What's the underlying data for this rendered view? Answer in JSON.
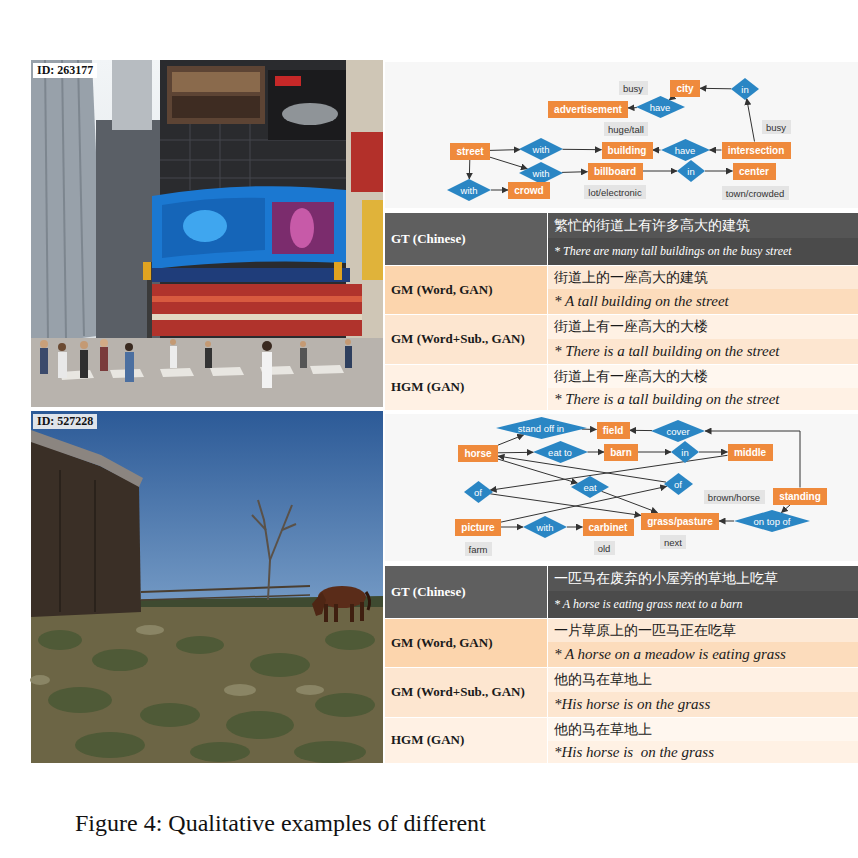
{
  "diagram": {
    "caption": "Figure 4: Qualitative examples of different",
    "nodes": [
      {
        "text": [
          "busy"
        ]
      },
      {
        "text": [
          "city"
        ]
      },
      {
        "text": [
          "in"
        ]
      },
      {
        "text": [
          "advertisement"
        ]
      },
      {
        "text": [
          "have"
        ]
      },
      {
        "text": [
          "huge/tall"
        ]
      },
      {
        "text": [
          "busy"
        ]
      },
      {
        "text": [
          "street"
        ]
      },
      {
        "text": [
          "with"
        ]
      },
      {
        "text": [
          "building"
        ]
      },
      {
        "text": [
          "have"
        ]
      },
      {
        "text": [
          "intersection"
        ]
      },
      {
        "text": [
          "with"
        ]
      },
      {
        "text": [
          "billboard"
        ]
      },
      {
        "text": [
          "in"
        ]
      },
      {
        "text": [
          "center"
        ]
      },
      {
        "text": [
          "lot/electronic"
        ]
      },
      {
        "text": [
          "town/crowded"
        ]
      },
      {
        "text": [
          "with"
        ]
      },
      {
        "text": [
          "crowd"
        ]
      },
      {
        "text": [
          "stand off in"
        ]
      },
      {
        "text": [
          "field"
        ]
      },
      {
        "text": [
          "cover"
        ]
      },
      {
        "text": [
          "horse"
        ]
      },
      {
        "text": [
          "eat to"
        ]
      },
      {
        "text": [
          "barn"
        ]
      },
      {
        "text": [
          "in"
        ]
      },
      {
        "text": [
          "middle"
        ]
      },
      {
        "text": [
          "of"
        ]
      },
      {
        "text": [
          "eat"
        ]
      },
      {
        "text": [
          "of"
        ]
      },
      {
        "text": [
          "brown/horse"
        ]
      },
      {
        "text": [
          "standing"
        ]
      },
      {
        "text": [
          "picture"
        ]
      },
      {
        "text": [
          "with"
        ]
      },
      {
        "text": [
          "carbinet"
        ]
      },
      {
        "text": [
          "grass/pasture"
        ]
      },
      {
        "text": [
          "on top of"
        ]
      },
      {
        "text": [
          "farm"
        ]
      },
      {
        "text": [
          "old"
        ]
      },
      {
        "text": [
          "next"
        ]
      }
    ],
    "edges": [
      {
        "from": 11,
        "to": 2,
        "arrow": "to"
      },
      {
        "from": 2,
        "to": 1,
        "arrow": "to"
      },
      {
        "from": 1,
        "to": 4,
        "arrow": "to"
      },
      {
        "from": 4,
        "to": 3,
        "arrow": "to"
      },
      {
        "from": 7,
        "to": 8,
        "arrow": "to"
      },
      {
        "from": 8,
        "to": 9,
        "arrow": "to"
      },
      {
        "from": 7,
        "to": 12,
        "arrow": "to"
      },
      {
        "from": 12,
        "to": 13,
        "arrow": "to"
      },
      {
        "from": 7,
        "to": 18,
        "arrow": "to"
      },
      {
        "from": 18,
        "to": 19,
        "arrow": "to"
      },
      {
        "from": 11,
        "to": 10,
        "arrow": "to"
      },
      {
        "from": 10,
        "to": 9,
        "arrow": "to"
      },
      {
        "from": 13,
        "to": 14,
        "arrow": "to"
      },
      {
        "from": 14,
        "to": 15,
        "arrow": "to"
      },
      {
        "from": 23,
        "to": 20,
        "arrow": "to"
      },
      {
        "from": 20,
        "to": 21,
        "arrow": "to"
      },
      {
        "from": 23,
        "to": 24,
        "arrow": "to"
      },
      {
        "from": 24,
        "to": 25,
        "arrow": "to"
      },
      {
        "from": 25,
        "to": 26,
        "arrow": "to"
      },
      {
        "from": 26,
        "to": 27,
        "arrow": "to"
      },
      {
        "from": 32,
        "to": 22,
        "arrow": "to"
      },
      {
        "from": 22,
        "to": 21,
        "arrow": "to"
      },
      {
        "from": 27,
        "to": 28,
        "arrow": "to"
      },
      {
        "from": 28,
        "to": 36,
        "arrow": "to"
      },
      {
        "from": 23,
        "to": 29,
        "arrow": "to"
      },
      {
        "from": 29,
        "to": 36,
        "arrow": "to"
      },
      {
        "from": 33,
        "to": 30,
        "arrow": "to"
      },
      {
        "from": 30,
        "to": 23,
        "arrow": "to"
      },
      {
        "from": 33,
        "to": 34,
        "arrow": "to"
      },
      {
        "from": 34,
        "to": 35,
        "arrow": "to"
      },
      {
        "from": 32,
        "to": 37,
        "arrow": "to"
      },
      {
        "from": 37,
        "to": 36,
        "arrow": "to"
      }
    ],
    "labels": [
      "ID: 263177",
      "GT (Chinese)",
      "繁忙的街道上有许多高大的建筑",
      "* There are many tall buildings on the busy street",
      "GM (Word, GAN)",
      "街道上的一座高大的建筑",
      "* A tall building on the street",
      "GM (Word+Sub., GAN)",
      "街道上有一座高大的大楼",
      "* There is a tall building on the street",
      "HGM (GAN)",
      "街道上有一座高大的大楼",
      "* There is a tall building on the street",
      "ID: 527228",
      "GT (Chinese)",
      "一匹马在废弃的小屋旁的草地上吃草",
      "* A horse is eating grass next to a barn",
      "GM (Word, GAN)",
      "一片草原上的一匹马正在吃草",
      "* A horse on a meadow is eating grass",
      "GM (Word+Sub., GAN)",
      "他的马在草地上",
      "*His horse is on the grass",
      "HGM (GAN)",
      "他的马在草地上",
      "*His horse is  on the grass"
    ]
  }
}
